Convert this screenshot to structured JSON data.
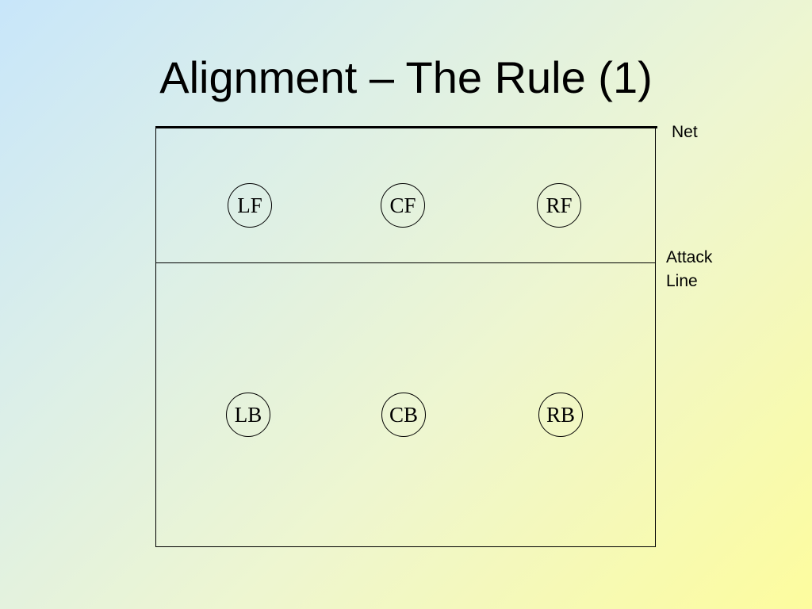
{
  "title": "Alignment – The Rule (1)",
  "labels": {
    "net": "Net",
    "attack_line_1": "Attack",
    "attack_line_2": "Line"
  },
  "front_row": [
    "LF",
    "CF",
    "RF"
  ],
  "back_row": [
    "LB",
    "CB",
    "RB"
  ]
}
